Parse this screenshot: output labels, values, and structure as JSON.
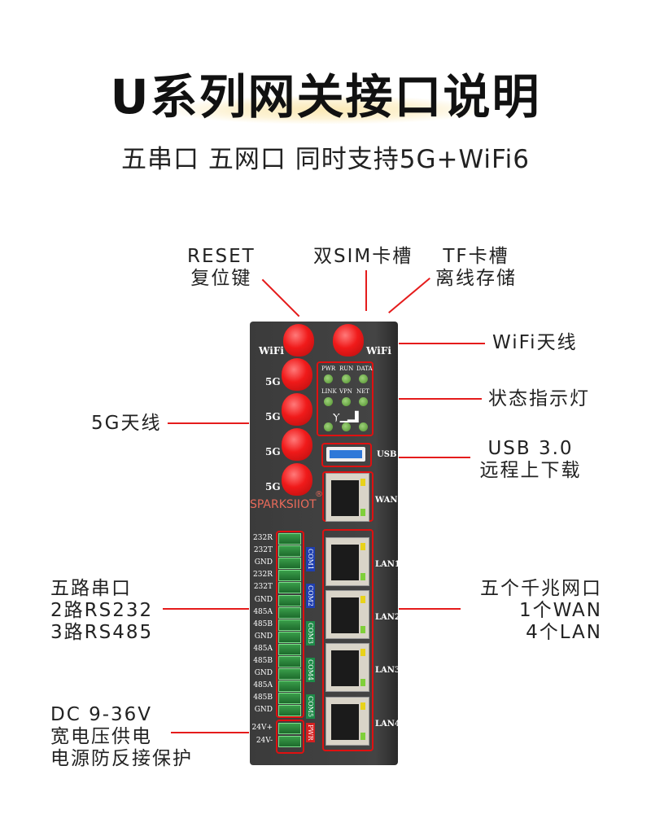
{
  "title": "U系列网关接口说明",
  "subtitle": "五串口  五网口  同时支持5G+WiFi6",
  "callouts": {
    "reset": [
      "RESET",
      "复位键"
    ],
    "sim": "双SIM卡槽",
    "tf": [
      "TF卡槽",
      "离线存储"
    ],
    "wifi": "WiFi天线",
    "leds": "状态指示灯",
    "g5": "5G天线",
    "usb": [
      "USB 3.0",
      "远程上下载"
    ],
    "serial": [
      "五路串口",
      "2路RS232",
      "3路RS485"
    ],
    "ethernet": [
      "五个千兆网口",
      "1个WAN",
      "4个LAN"
    ],
    "power": [
      "DC 9-36V",
      "宽电压供电",
      "电源防反接保护"
    ]
  },
  "device": {
    "brand": "SPARKSIIOT",
    "reg": "®",
    "wifi_label": "WiFi",
    "g5_label": "5G",
    "leds": [
      "PWR",
      "RUN",
      "DATA",
      "LINK",
      "VPN",
      "NET"
    ],
    "usb_label": "USB",
    "ports": [
      "WAN",
      "LAN1",
      "LAN2",
      "LAN3",
      "LAN4"
    ],
    "terminals": [
      "232R",
      "232T",
      "GND",
      "232R",
      "232T",
      "GND",
      "485A",
      "485B",
      "GND",
      "485A",
      "485B",
      "GND",
      "485A",
      "485B",
      "GND",
      "24V+",
      "24V-"
    ],
    "coms": [
      {
        "label": "COM1",
        "color": "#1f3fb0"
      },
      {
        "label": "COM2",
        "color": "#1f3fb0"
      },
      {
        "label": "COM3",
        "color": "#1e8a48"
      },
      {
        "label": "COM4",
        "color": "#1e8a48"
      },
      {
        "label": "COM5",
        "color": "#1e8a48"
      },
      {
        "label": "PWR",
        "color": "#d42020"
      }
    ]
  }
}
